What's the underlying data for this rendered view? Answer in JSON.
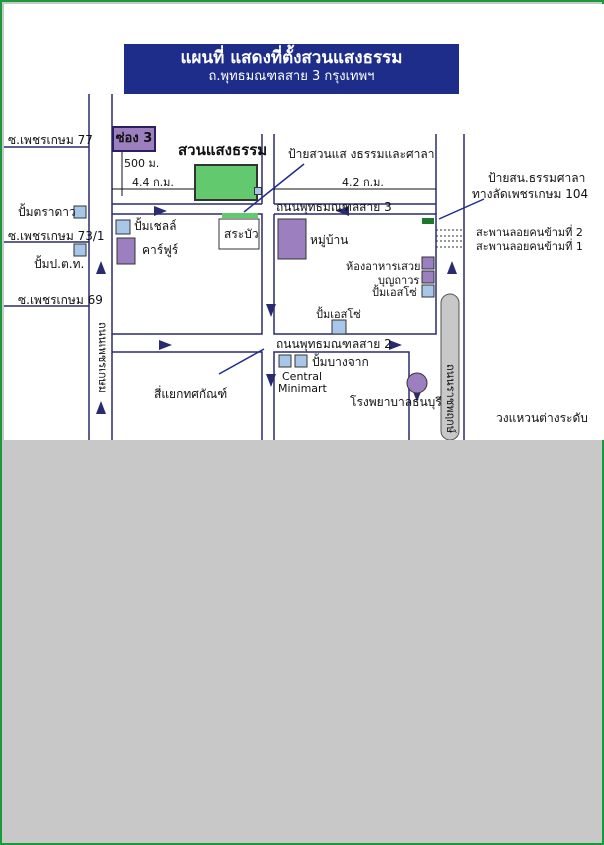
{
  "title": {
    "main": "แผนที่ แสดงที่ตั้งสวนแสงธรรม",
    "sub": "ถ.พุทธมณฑลสาย 3  กรุงเทพฯ"
  },
  "labels": {
    "soi_petchkasem_77": "ซ.เพชรเกษม 77",
    "pump_tradao": "ปั้มตราดาว",
    "soi_petchkasem_73_1": "ซ.เพชรเกษม 73/1",
    "pump_ptt": "ปั้มป.ต.ท.",
    "soi_petchkasem_69": "ซ.เพชรเกษม 69",
    "road_petchkasem": "ถนนเพชรเกษม",
    "soi_3": "ซ่อง 3",
    "distance_500m": "500 ม.",
    "distance_4_4km": "4.4 ก.ม.",
    "suan_sangtham": "สวนแสงธรรม",
    "sign_suan_sala": "ป้ายสวนแส งธรรมและศาลา",
    "distance_4_2km": "4.2 ก.ม.",
    "sign_sala_petchkasem104": "ป้ายสน.ธรรมศาลา",
    "sign_sala_sub": "ทางลัดเพชรเกษม 104",
    "road_phutthamonthon_3": "ถนนพุทธมณฑลสาย 3",
    "pump_shell": "ปั้มเชลล์",
    "carrefour": "คาร์ฟูร์",
    "sabua": "สระบัว",
    "village": "หมู่บ้าน",
    "restaurant_1": "ห้องอาหารเสวย",
    "restaurant_2": "บุญถาวร",
    "pump_esso_1": "ปั้มเอสโซ่",
    "bridge_2": "สะพานลอยคนข้ามที่ 2",
    "bridge_1": "สะพานลอยคนข้ามที่ 1",
    "pump_esso_2": "ปั้มเอสโซ่",
    "road_phutthamonthon_2": "ถนนพุทธมณฑลสาย 2",
    "intersection": "สี่แยกทศกัณฑ์",
    "pump_bangchak": "ปั้มบางจาก",
    "central_minimart_1": "Central",
    "central_minimart_2": "Minimart",
    "hospital": "โรงพยาบาลธนบุรี",
    "ring_road": "ถนนราชพฤกษ์",
    "interchange": "วงแหวนต่างระดับ"
  },
  "colors": {
    "title_bg": "#1f2d8a",
    "road": "#2a2a70",
    "purple": "#9b7fbf",
    "blue_box": "#a7c6e8",
    "green": "#62c96e",
    "gray_road": "#c8c8c8"
  }
}
